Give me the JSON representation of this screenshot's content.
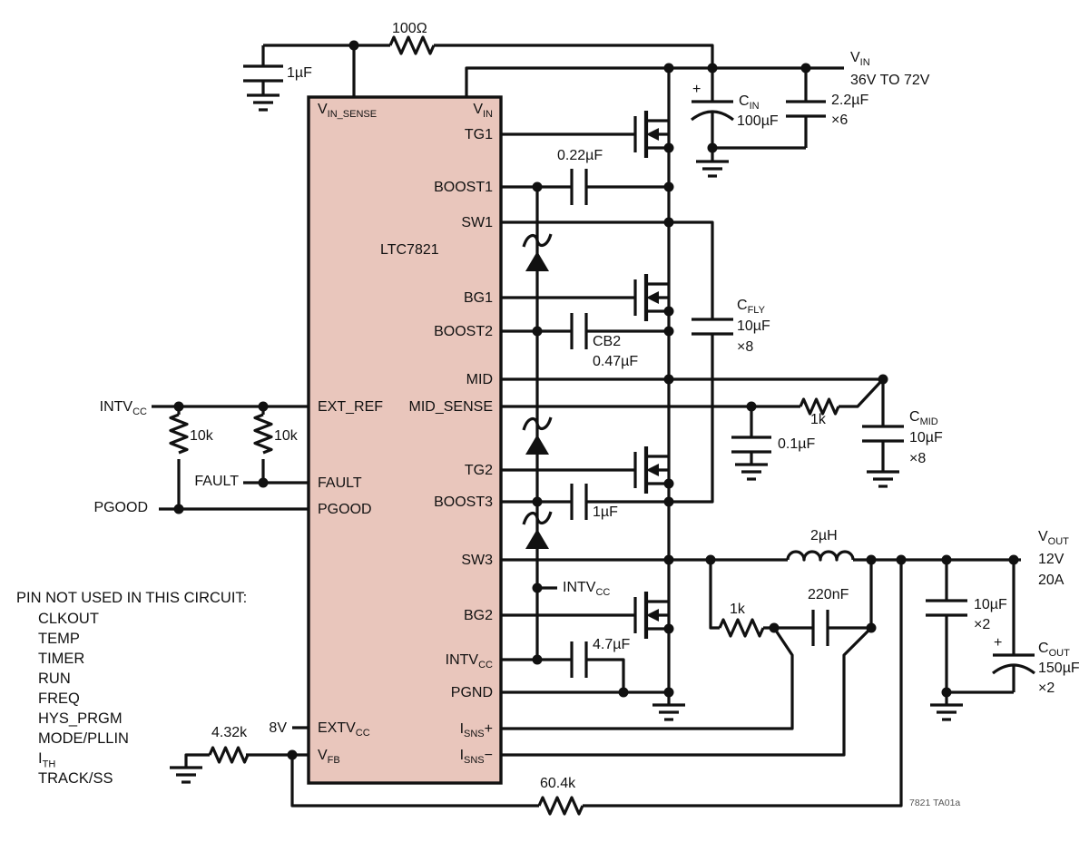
{
  "colors": {
    "ic_fill": "#e9c6bc",
    "line": "#111111",
    "background": "#ffffff"
  },
  "ic": {
    "name": "LTC7821",
    "left_pins": [
      {
        "main": "V",
        "sub": "IN_SENSE"
      },
      {
        "main": "EXT_REF"
      },
      {
        "main": "FAULT"
      },
      {
        "main": "PGOOD"
      },
      {
        "main": "EXTV",
        "sub": "CC"
      },
      {
        "main": "V",
        "sub": "FB"
      }
    ],
    "right_pins": [
      {
        "main": "V",
        "sub": "IN"
      },
      {
        "main": "TG1"
      },
      {
        "main": "BOOST1"
      },
      {
        "main": "SW1"
      },
      {
        "main": "BG1"
      },
      {
        "main": "BOOST2"
      },
      {
        "main": "MID"
      },
      {
        "main": "MID_SENSE"
      },
      {
        "main": "TG2"
      },
      {
        "main": "BOOST3"
      },
      {
        "main": "SW3"
      },
      {
        "main": "BG2"
      },
      {
        "main": "INTV",
        "sub": "CC"
      },
      {
        "main": "PGND"
      },
      {
        "main": "I",
        "sub": "SNS",
        "post": "+"
      },
      {
        "main": "I",
        "sub": "SNS",
        "post": "−"
      }
    ]
  },
  "parts": {
    "r_in": "100Ω",
    "c_vinsense": "1µF",
    "c_boost1": "0.22µF",
    "cb2_name": "CB2",
    "cb2_val": "0.47µF",
    "c_boost3": "1µF",
    "c_intvcc": "4.7µF",
    "intvcc_rail": {
      "main": "INTV",
      "sub": "CC"
    },
    "c_fly": {
      "name": {
        "main": "C",
        "sub": "FLY"
      },
      "val": "10µF",
      "mult": "×8"
    },
    "c_in": {
      "plus": "+",
      "name": {
        "main": "C",
        "sub": "IN"
      },
      "val": "100µF"
    },
    "c_in2": {
      "val": "2.2µF",
      "mult": "×6"
    },
    "vin": {
      "name": {
        "main": "V",
        "sub": "IN"
      },
      "range": "36V TO 72V"
    },
    "r_mid": "1k",
    "c_midsense": "0.1µF",
    "c_mid": {
      "name": {
        "main": "C",
        "sub": "MID"
      },
      "val": "10µF",
      "mult": "×8"
    },
    "l_out": "2µH",
    "r_sense": "1k",
    "c_sense": "220nF",
    "c_out_cer": {
      "val": "10µF",
      "mult": "×2"
    },
    "c_out": {
      "plus": "+",
      "name": {
        "main": "C",
        "sub": "OUT"
      },
      "val": "150µF",
      "mult": "×2"
    },
    "vout": {
      "name": {
        "main": "V",
        "sub": "OUT"
      },
      "volts": "12V",
      "amps": "20A"
    },
    "r_fb_top": "60.4k",
    "r_fb_bot": "4.32k",
    "extv_supply": "8V",
    "r_pull1": "10k",
    "r_pull2": "10k",
    "intvcc_ext": {
      "main": "INTV",
      "sub": "CC"
    },
    "fault_ext": "FAULT",
    "pgood_ext": "PGOOD",
    "fig_id": "7821 TA01a"
  },
  "notes": {
    "title": "PIN NOT USED IN THIS CIRCUIT:",
    "pins": [
      {
        "main": "CLKOUT"
      },
      {
        "main": "TEMP"
      },
      {
        "main": "TIMER"
      },
      {
        "main": "RUN"
      },
      {
        "main": "FREQ"
      },
      {
        "main": "HYS_PRGM"
      },
      {
        "main": "MODE/PLLIN"
      },
      {
        "main": "I",
        "sub": "TH"
      },
      {
        "main": "TRACK/SS"
      }
    ]
  }
}
